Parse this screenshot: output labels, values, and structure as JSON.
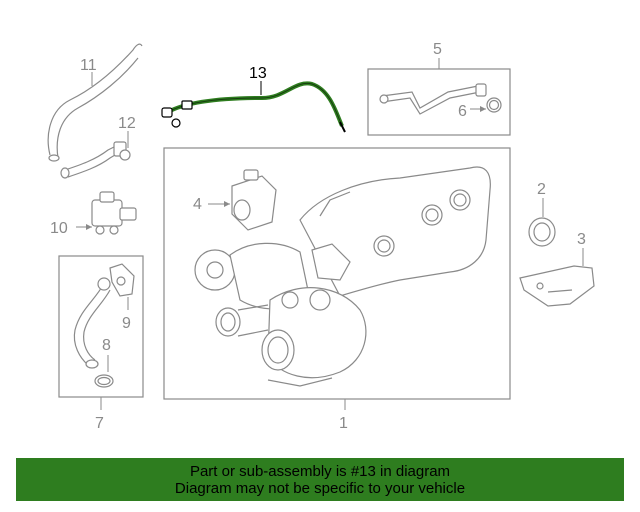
{
  "callouts": {
    "c1": "1",
    "c2": "2",
    "c3": "3",
    "c4": "4",
    "c5": "5",
    "c6": "6",
    "c7": "7",
    "c8": "8",
    "c9": "9",
    "c10": "10",
    "c11": "11",
    "c12": "12",
    "c13": "13"
  },
  "banner": {
    "line1": "Part or sub-assembly is #13 in diagram",
    "line2": "Diagram may not be specific to your vehicle"
  },
  "colors": {
    "highlight": "#2e7d1f",
    "banner_bg": "#2e7d1f",
    "line": "#8a8a8a",
    "text": "#000000"
  }
}
